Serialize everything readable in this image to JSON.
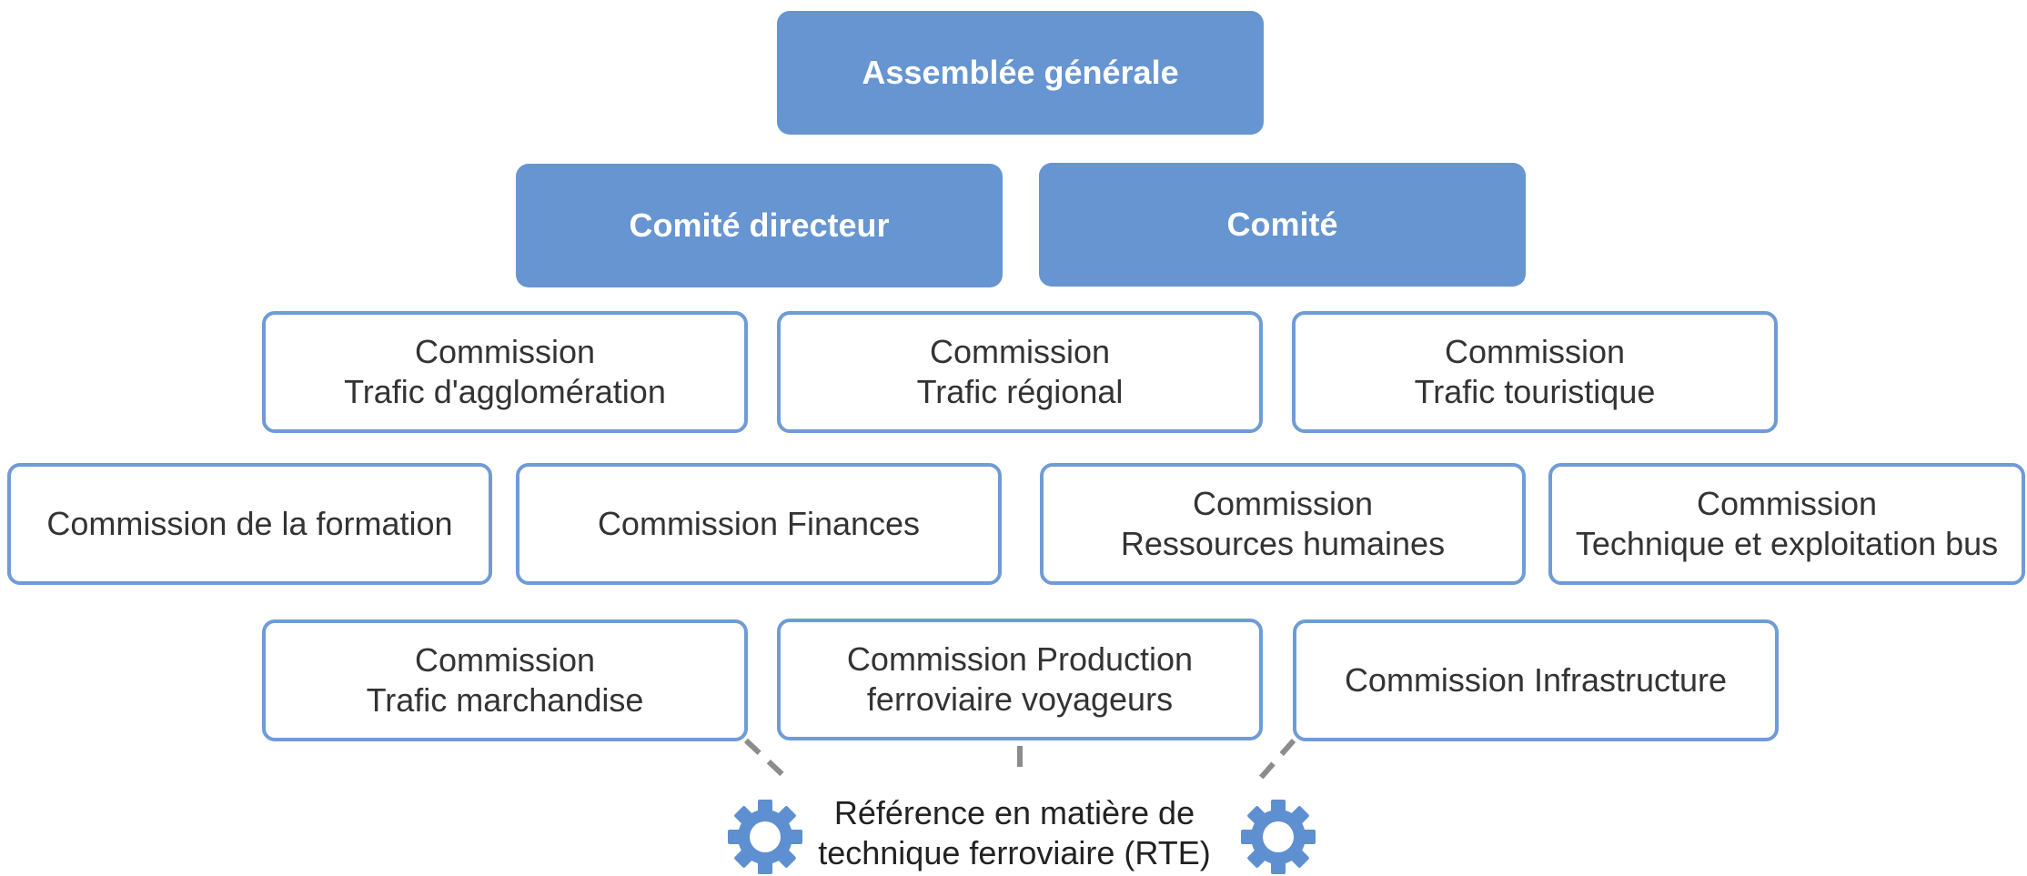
{
  "top": {
    "label": "Assemblée générale"
  },
  "committees": [
    {
      "label": "Comité directeur"
    },
    {
      "label": "Comité"
    }
  ],
  "row1": [
    {
      "line1": "Commission",
      "line2": "Trafic d'agglomération"
    },
    {
      "line1": "Commission",
      "line2": "Trafic régional"
    },
    {
      "line1": "Commission",
      "line2": "Trafic touristique"
    }
  ],
  "row2": [
    {
      "line1": "Commission de la formation"
    },
    {
      "line1": "Commission Finances"
    },
    {
      "line1": "Commission",
      "line2": "Ressources humaines"
    },
    {
      "line1": "Commission",
      "line2": "Technique et exploitation bus"
    }
  ],
  "row3": [
    {
      "line1": "Commission",
      "line2": "Trafic marchandise"
    },
    {
      "line1": "Commission Production",
      "line2": "ferroviaire voyageurs"
    },
    {
      "line1": "Commission Infrastructure"
    }
  ],
  "rte": {
    "line1": "Référence en matière de",
    "line2": "technique ferroviaire (RTE)"
  },
  "icons": {
    "gear": "gear-icon"
  },
  "colors": {
    "filled": "#6695d1",
    "outline": "#6f9bd6",
    "connector": "#8c8c8c"
  }
}
